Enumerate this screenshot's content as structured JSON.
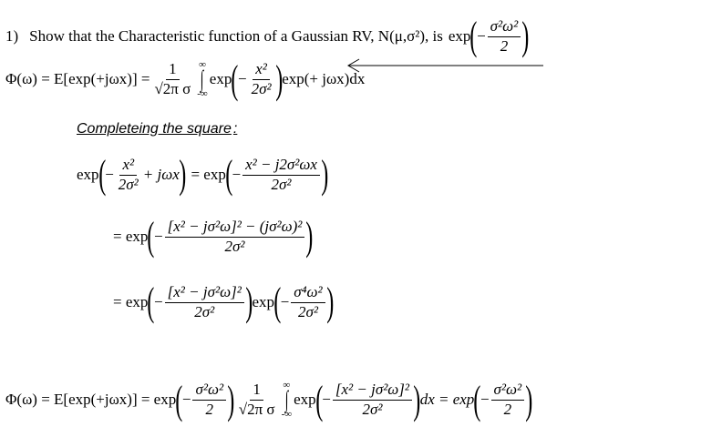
{
  "problem": {
    "number": "1)",
    "statement": "Show that the Characteristic function of a Gaussian RV, N(μ,σ²), is",
    "result_exp": "exp",
    "result_num": "σ²ω²",
    "result_den": "2"
  },
  "eq1": {
    "lhs": "Φ(ω) = E[exp(+jωx)] =",
    "coef_num": "1",
    "coef_den": "√2π σ",
    "int_upper": "∞",
    "int_lower": "-∞",
    "exp1": "exp",
    "frac_num": "x²",
    "frac_den": "2σ²",
    "tail": "exp(+ jωx)dx"
  },
  "subtitle": "Completeing the square",
  "subtitle_colon": ":",
  "eq2": {
    "exp_a": "exp",
    "f1_num": "x²",
    "f1_den": "2σ²",
    "plus": "+ jωx",
    "eq": "= exp",
    "f2_num": "x² − j2σ²ωx",
    "f2_den": "2σ²"
  },
  "eq3": {
    "eq": "= exp",
    "f_num": "[x² − jσ²ω]² − (jσ²ω)²",
    "f_den": "2σ²"
  },
  "eq4": {
    "eq": "= exp",
    "f1_num": "[x² − jσ²ω]²",
    "f1_den": "2σ²",
    "exp2": "exp",
    "f2_num": "σ⁴ω²",
    "f2_den": "2σ²"
  },
  "eq5": {
    "lhs": "Φ(ω) = E[exp(+jωx)] = exp",
    "f1_num": "σ²ω²",
    "f1_den": "2",
    "coef_num": "1",
    "coef_den": "√2π σ",
    "int_upper": "∞",
    "int_lower": "-∞",
    "exp2": "exp",
    "f2_num": "[x² − jσ²ω]²",
    "f2_den": "2σ²",
    "mid": "dx = exp",
    "f3_num": "σ²ω²",
    "f3_den": "2"
  }
}
